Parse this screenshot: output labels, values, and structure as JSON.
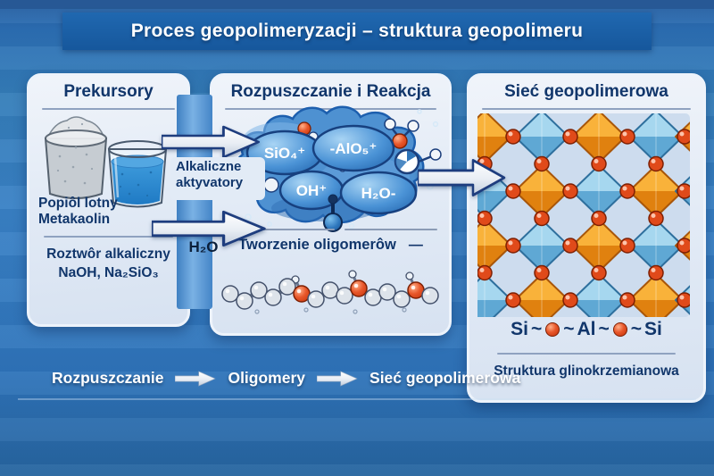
{
  "title": "Proces geopolimeryzacji – struktura geopolimeru",
  "panels": {
    "precursors": {
      "title": "Prekursory",
      "materials_line1": "Popiôl lotny",
      "materials_line2": "Metakaolin",
      "solution_line1": "Roztwôr alkaliczny",
      "solution_line2": "NaOH, Na₂SiO₃"
    },
    "reaction": {
      "title": "Rozpuszczanie i Reakcja",
      "ions": [
        "SiO₄⁺",
        "-AlO₅⁺",
        "OH⁺",
        "H₂O-"
      ],
      "oligomer_label": "Tworzenie oligomerôw",
      "oligomer_dash": "—"
    },
    "network": {
      "title": "Sieć geopolimerowa",
      "si_left": "Si",
      "al": "Al",
      "si_right": "Si",
      "separator": "~",
      "caption": "Struktura glinokrzemianowa"
    }
  },
  "flow": {
    "activators_line1": "Alkaliczne",
    "activators_line2": "aktyvatory",
    "water_label": "H₂O"
  },
  "legend": {
    "steps": [
      "Rozpuszczanie",
      "Oligomery",
      "Sieć geopolimerowa"
    ]
  },
  "colors": {
    "background": "#2f74ba",
    "banner": "#1a5ea7",
    "panel_text": "#11366b",
    "arrow_outline": "#1e3d7e",
    "blob_blue": "#4e91d1",
    "network": {
      "orange_top": "#f9b23a",
      "orange_bottom": "#e0810f",
      "orange_stroke": "#a8560a",
      "blue_top": "#a6d7ef",
      "blue_bottom": "#5fa8d4",
      "blue_stroke": "#2e6f9d",
      "node_fill": "#e04a1a",
      "node_stroke": "#7e2003",
      "background": "#cddcee"
    }
  }
}
